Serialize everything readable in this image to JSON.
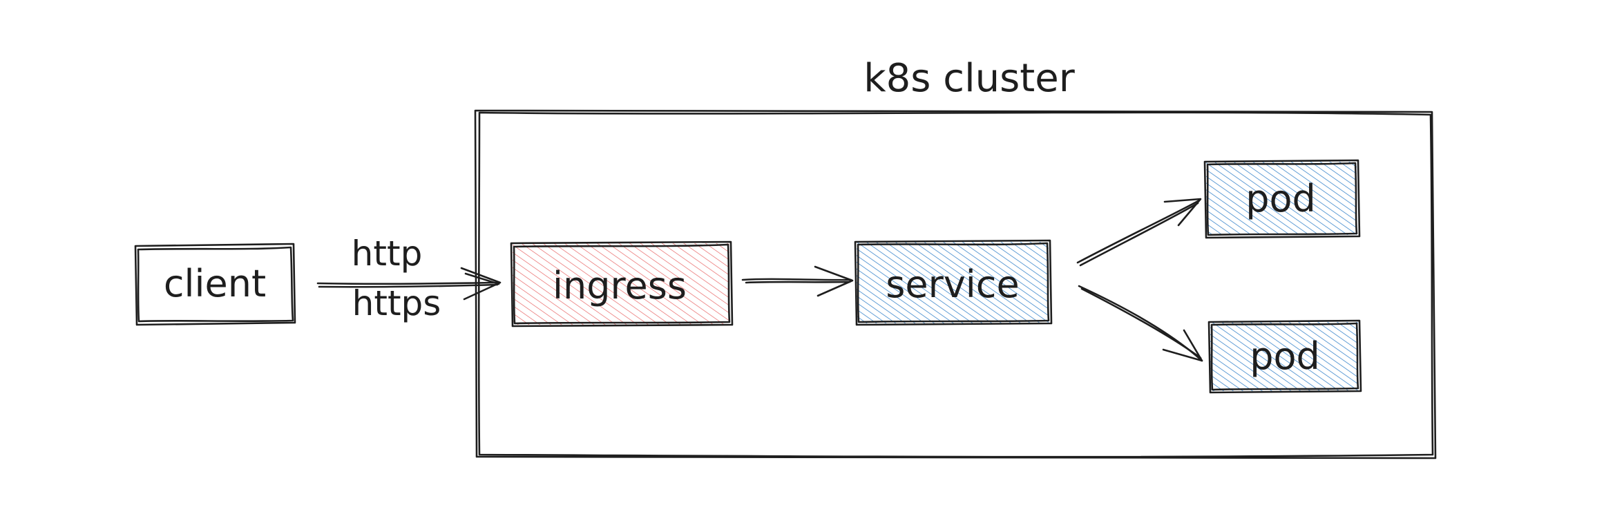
{
  "cluster": {
    "title": "k8s cluster"
  },
  "nodes": {
    "client": {
      "label": "client"
    },
    "ingress": {
      "label": "ingress",
      "fill_color": "#e03131"
    },
    "service": {
      "label": "service",
      "fill_color": "#1971c2"
    },
    "pod_top": {
      "label": "pod",
      "fill_color": "#1971c2"
    },
    "pod_bottom": {
      "label": "pod",
      "fill_color": "#1971c2"
    }
  },
  "edges": {
    "client_to_ingress": {
      "protocol_top": "http",
      "protocol_bottom": "https"
    }
  },
  "colors": {
    "stroke": "#1e1e1e",
    "background": "#ffffff"
  }
}
